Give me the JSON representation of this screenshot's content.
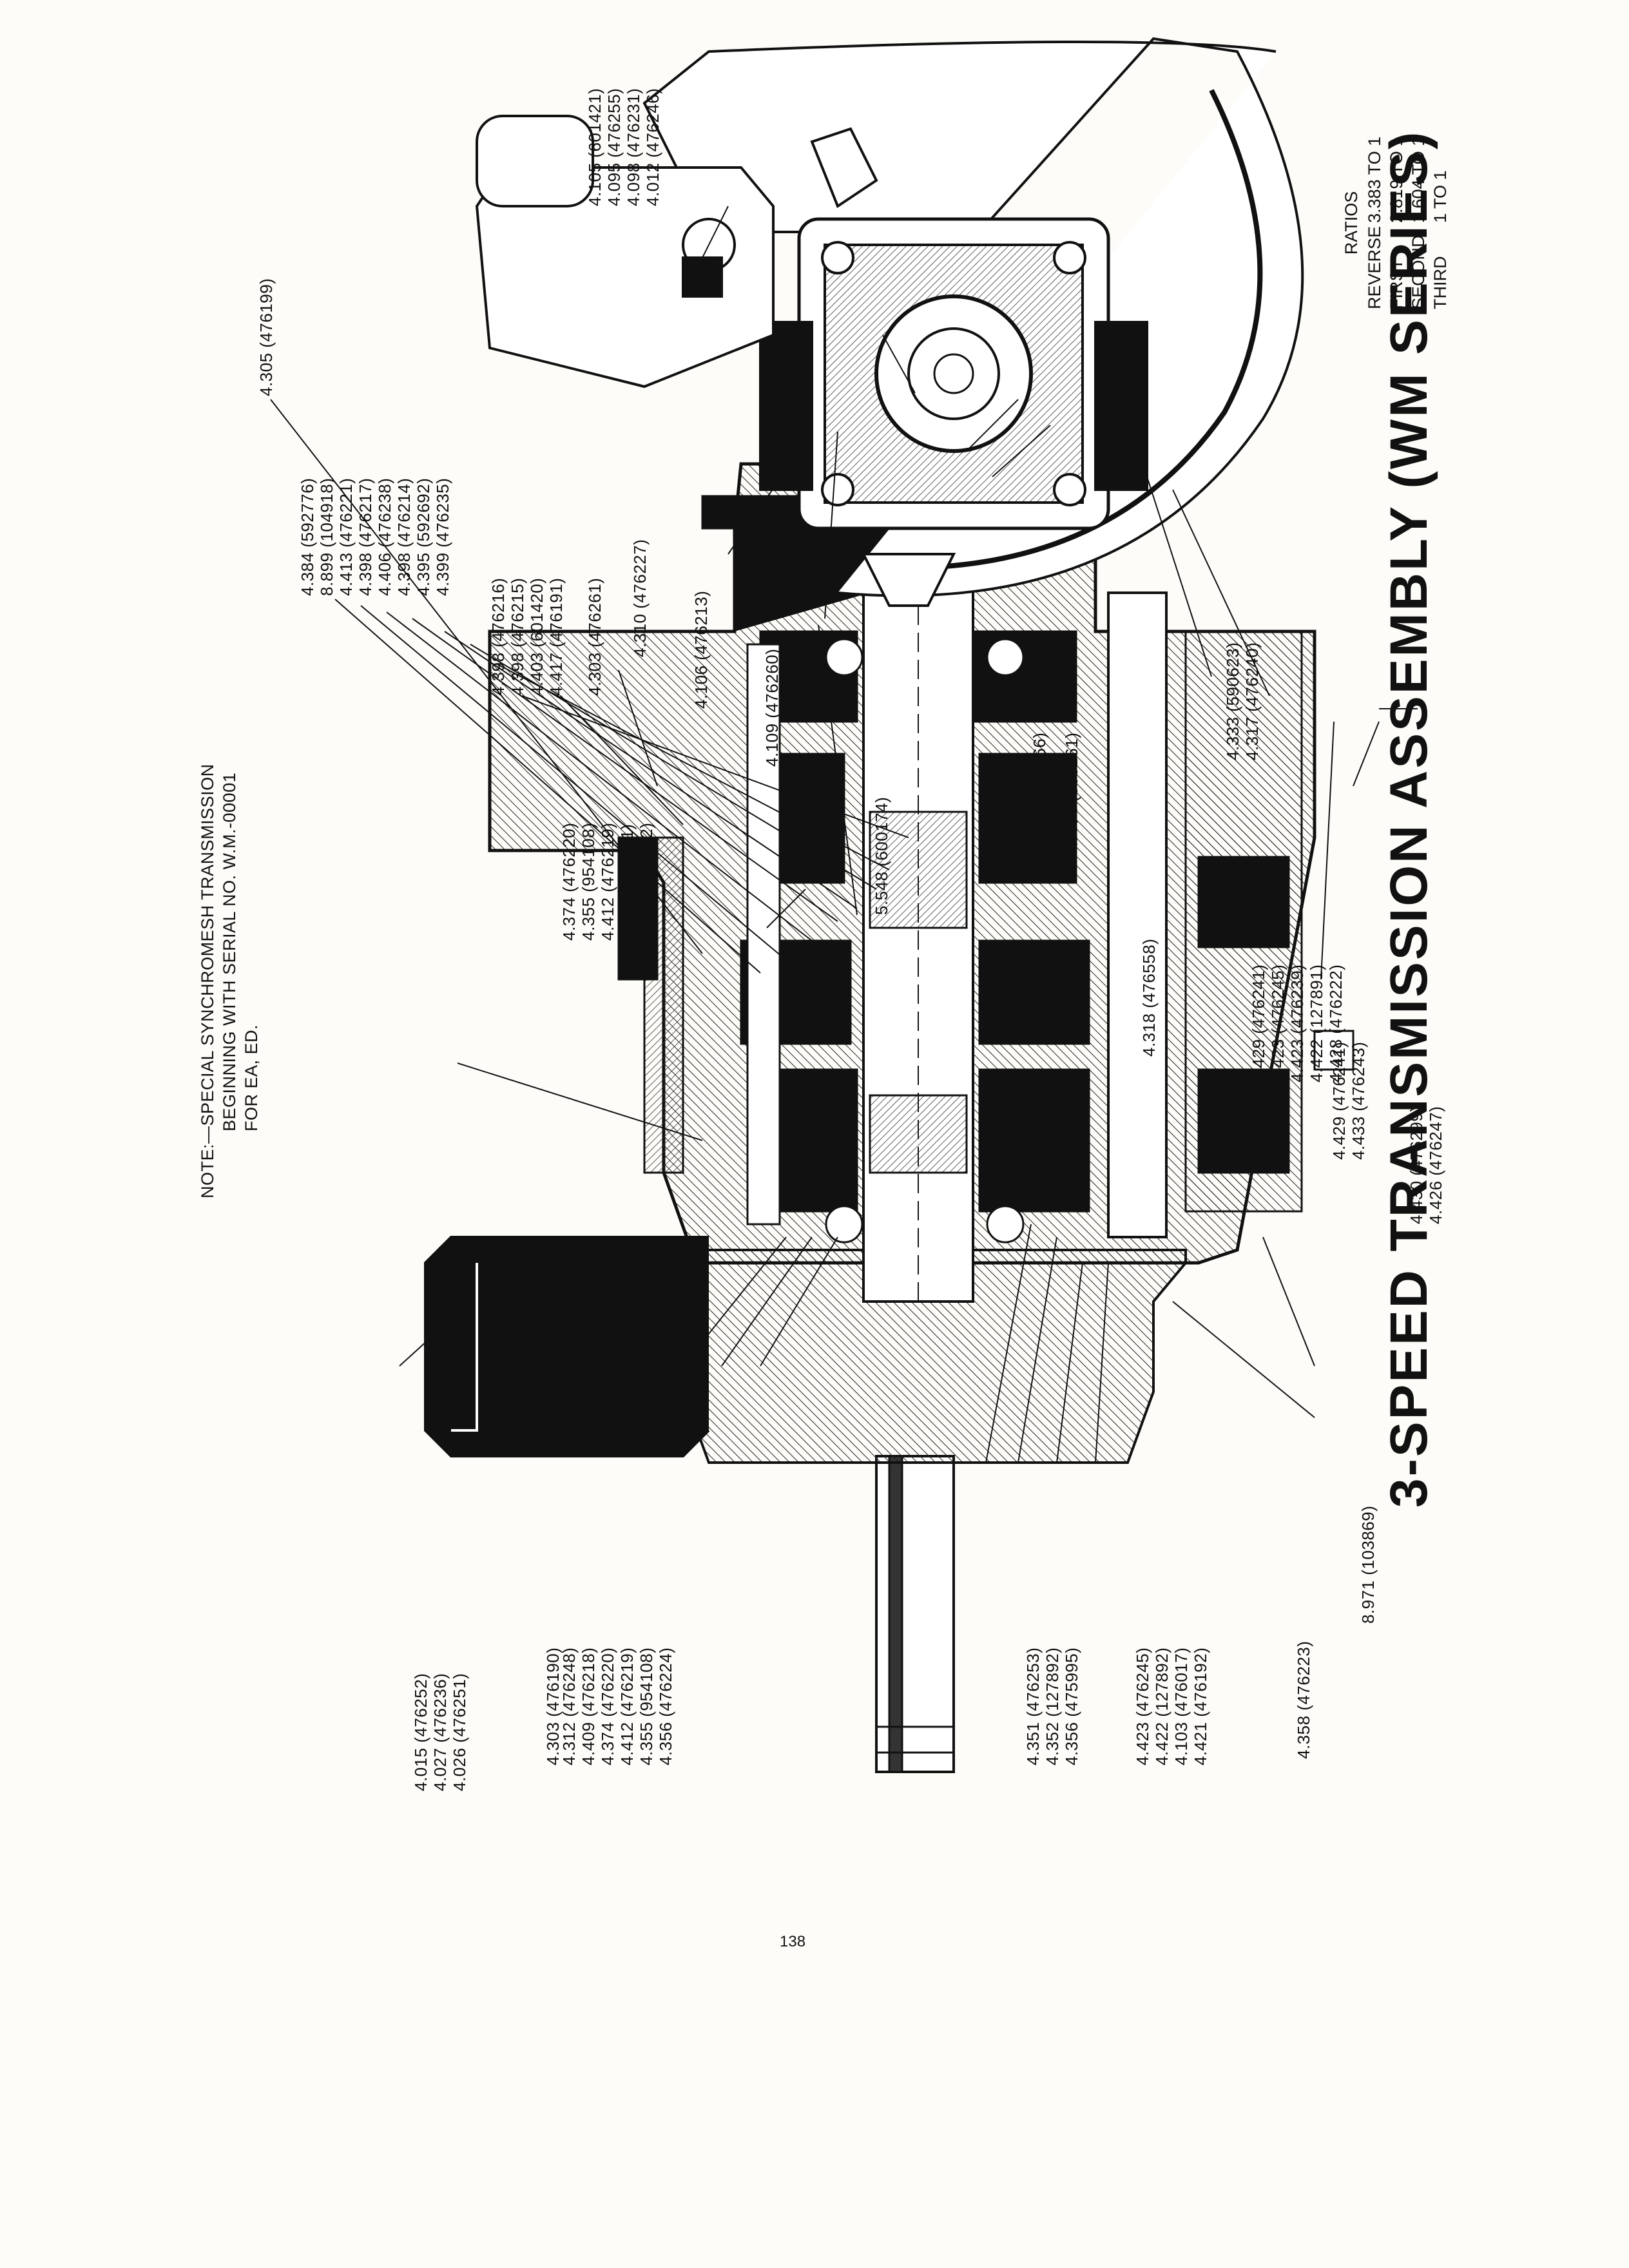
{
  "note": {
    "line1": "NOTE:—SPECIAL SYNCHROMESH TRANSMISSION",
    "line2": "BEGINNING WITH SERIAL NO. W.M.-00001",
    "line3": "FOR EA, ED."
  },
  "title": "3-SPEED TRANSMISSION ASSEMBLY (WM SERIES)",
  "page_number": "138",
  "ratios": {
    "heading": "RATIOS",
    "rows": [
      {
        "gear": "REVERSE",
        "ratio": "3.383 TO 1"
      },
      {
        "gear": "FIRST",
        "ratio": "2.819 TO 1"
      },
      {
        "gear": "SECOND",
        "ratio": "1.604 TO 1"
      },
      {
        "gear": "THIRD",
        "ratio": "1 TO 1"
      }
    ]
  },
  "callouts": {
    "c4305": "4.305 (476199)",
    "g1": [
      "4.384 (592776)",
      "8.899 (104918)",
      "4.413 (476221)",
      "4.398 (476217)",
      "4.406 (476238)",
      "4.398 (476214)",
      "4.395 (592692)",
      "4.399 (476235)"
    ],
    "g2": [
      "4.398 (476216)",
      "4.398 (476215)",
      "4.403 (601420)",
      "4.417 (476191)"
    ],
    "c4303a": "4.303 (476261)",
    "c4310": "4.310 (476227)",
    "g3": [
      "4.374 (476220)",
      "4.355 (954108)",
      "4.412 (476219)",
      "4.409 (476211)",
      "5.579 (476212)"
    ],
    "c5548": "5.548 (600174)",
    "c4405": "4.405 (367266)",
    "c4404": "4.404 (368261)",
    "c4318": "4.318 (476558)",
    "g4": [
      "4.429 (476241)",
      "4.423 (476245)",
      "4.423 (476239)",
      "4.422 (127891)",
      "4.428 (476222)"
    ],
    "g5": [
      "4.429 (476241)",
      "4.433 (476243)"
    ],
    "g6": [
      "4.430 (476299)",
      "4.426 (476247)"
    ],
    "c8971": "8.971 (103869)",
    "c4358": "4.358 (476223)",
    "g7": [
      "4.423 (476245)",
      "4.422 (127892)",
      "4.103 (476017)",
      "4.421 (476192)"
    ],
    "g8": [
      "4.351 (476253)",
      "4.352 (127892)",
      "4.356 (475995)"
    ],
    "g9": [
      "4.312 (476248)",
      "4.409 (476218)",
      "4.374 (476220)",
      "4.412 (476219)",
      "4.355 (954108)",
      "4.356 (476224)"
    ],
    "c4303b": "4.303 (476190)",
    "g10": [
      "4.015 (476252)",
      "4.027 (476236)",
      "4.026 (476251)"
    ],
    "g11": [
      "4.105 (601421)",
      "4.095 (476255)",
      "4.098 (476231)",
      "4.012 (476246)"
    ],
    "c4106": "4.106 (476213)",
    "c4109": "4.109 (476260)",
    "g12": [
      "4.333 (590623)",
      "4.317 (476240)"
    ]
  }
}
